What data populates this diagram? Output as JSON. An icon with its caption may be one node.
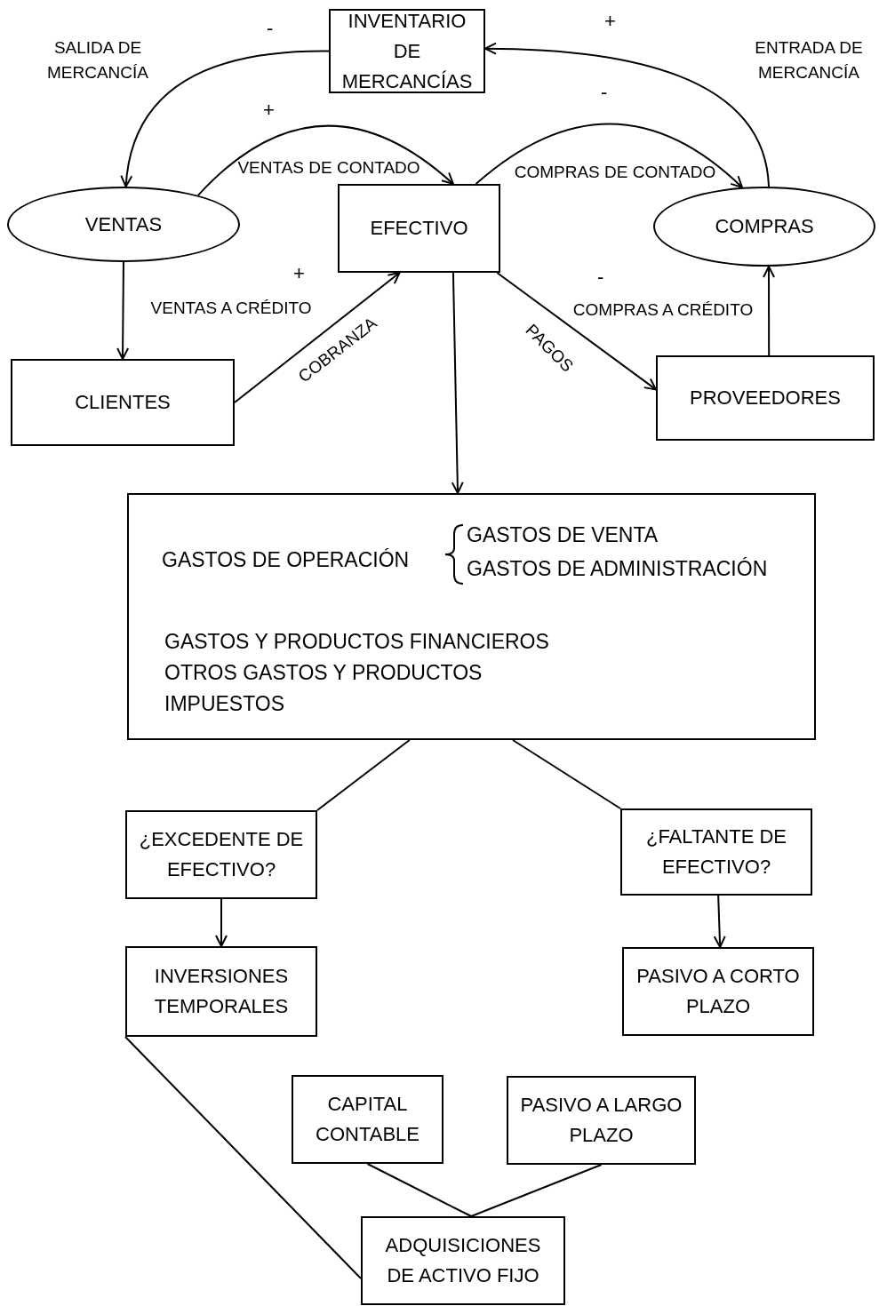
{
  "diagram": {
    "nodes": [
      {
        "text": [
          "INVENTARIO DE MERCANCÍAS"
        ]
      },
      {
        "text": [
          "VENTAS"
        ]
      },
      {
        "text": [
          "EFECTIVO"
        ]
      },
      {
        "text": [
          "COMPRAS"
        ]
      },
      {
        "text": [
          "CLIENTES"
        ]
      },
      {
        "text": [
          "PROVEEDORES"
        ]
      },
      {
        "text": [
          "GASTOS DE OPERACIÓN",
          "GASTOS DE VENTA",
          "GASTOS DE ADMINISTRACIÓN",
          "GASTOS Y PRODUCTOS FINANCIEROS",
          "OTROS GASTOS Y PRODUCTOS",
          "IMPUESTOS"
        ]
      },
      {
        "text": [
          "¿EXCEDENTE DE EFECTIVO?"
        ]
      },
      {
        "text": [
          "¿FALTANTE DE EFECTIVO?"
        ]
      },
      {
        "text": [
          "INVERSIONES TEMPORALES"
        ]
      },
      {
        "text": [
          "PASIVO A CORTO PLAZO"
        ]
      },
      {
        "text": [
          "CAPITAL CONTABLE"
        ]
      },
      {
        "text": [
          "PASIVO A LARGO PLAZO"
        ]
      },
      {
        "text": [
          "ADQUISICIONES DE ACTIVO FIJO"
        ]
      }
    ],
    "edges": [
      {
        "from": 0,
        "to": 1,
        "arrow": "to",
        "label": "SALIDA DE MERCANCÍA"
      },
      {
        "from": 3,
        "to": 0,
        "arrow": "to",
        "label": "ENTRADA DE MERCANCÍA"
      },
      {
        "from": 1,
        "to": 2,
        "arrow": "to",
        "label": "VENTAS DE CONTADO"
      },
      {
        "from": 2,
        "to": 3,
        "arrow": "to",
        "label": "COMPRAS DE CONTADO"
      },
      {
        "from": 1,
        "to": 4,
        "arrow": "to",
        "label": "VENTAS A CRÉDITO"
      },
      {
        "from": 4,
        "to": 2,
        "arrow": "to",
        "label": "COBRANZA"
      },
      {
        "from": 2,
        "to": 5,
        "arrow": "to",
        "label": "PAGOS"
      },
      {
        "from": 5,
        "to": 3,
        "arrow": "to",
        "label": "COMPRAS A CRÉDITO"
      },
      {
        "from": 2,
        "to": 6,
        "arrow": "to"
      },
      {
        "from": 6,
        "to": 7,
        "arrow": "none"
      },
      {
        "from": 6,
        "to": 8,
        "arrow": "none"
      },
      {
        "from": 7,
        "to": 9,
        "arrow": "to"
      },
      {
        "from": 8,
        "to": 10,
        "arrow": "to"
      },
      {
        "from": 9,
        "to": 13,
        "arrow": "none"
      },
      {
        "from": 11,
        "to": 13,
        "arrow": "none"
      },
      {
        "from": 12,
        "to": 13,
        "arrow": "none"
      }
    ],
    "labels": [
      "-",
      "+",
      "+",
      "-",
      "+",
      "-"
    ]
  }
}
